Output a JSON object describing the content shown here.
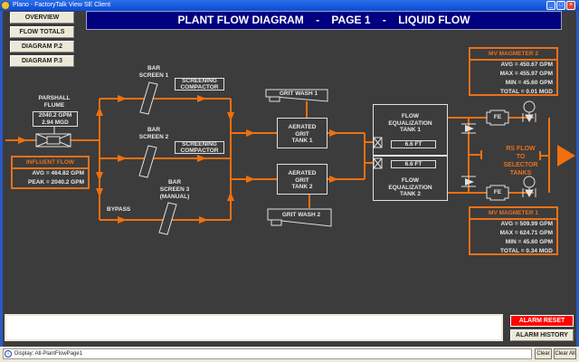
{
  "window": {
    "title": "Plano - FactoryTalk View SE Client",
    "minimize_label": "_",
    "maximize_label": "□",
    "close_label": "×"
  },
  "nav": {
    "buttons": [
      "OVERVIEW",
      "FLOW TOTALS",
      "DIAGRAM P.2",
      "DIAGRAM P.3"
    ]
  },
  "banner": {
    "title": "PLANT FLOW DIAGRAM    -    PAGE 1    -    LIQUID FLOW"
  },
  "parshall": {
    "label_line1": "PARSHALL",
    "label_line2": "FLUME",
    "gpm": "2040.2 GPM",
    "mgd": "2.94 MGD"
  },
  "influent": {
    "header": "INFLUENT FLOW",
    "avg": "AVG  =  464.82 GPM",
    "peak": "PEAK  =  2040.2 GPM"
  },
  "screens": {
    "bar1_l1": "BAR",
    "bar1_l2": "SCREEN 1",
    "bar2_l1": "BAR",
    "bar2_l2": "SCREEN 2",
    "bar3_l1": "BAR",
    "bar3_l2": "SCREEN 3",
    "bar3_l3": "(MANUAL)",
    "compactor1_l1": "SCREENING",
    "compactor1_l2": "COMPACTOR",
    "compactor2_l1": "SCREENING",
    "compactor2_l2": "COMPACTOR",
    "bypass": "BYPASS"
  },
  "grit": {
    "wash1": "GRIT WASH 1",
    "wash2": "GRIT WASH 2",
    "tank1_l1": "AERATED",
    "tank1_l2": "GRIT",
    "tank1_l3": "TANK 1",
    "tank2_l1": "AERATED",
    "tank2_l2": "GRIT",
    "tank2_l3": "TANK 2"
  },
  "eq": {
    "tank1_l1": "FLOW",
    "tank1_l2": "EQUALIZATION",
    "tank1_l3": "TANK 1",
    "tank2_l1": "FLOW",
    "tank2_l2": "EQUALIZATION",
    "tank2_l3": "TANK 2",
    "level1": "6.6 FT",
    "level2": "6.6 FT"
  },
  "fe": {
    "label1": "FE",
    "label2": "FE"
  },
  "rs_flow": {
    "l1": "RS FLOW",
    "l2": "TO",
    "l3": "SELECTOR",
    "l4": "TANKS"
  },
  "mag2": {
    "header": "MV MAGMETER 2",
    "avg": "AVG  = 450.67 GPM",
    "max": "MAX  = 455.97 GPM",
    "min": "MIN  = 45.60 GPM",
    "total": "TOTAL  = 0.01 MGD"
  },
  "mag1": {
    "header": "MV MAGMETER 1",
    "avg": "AVG  = 509.99 GPM",
    "max": "MAX  = 624.71 GPM",
    "min": "MIN  = 45.60 GPM",
    "total": "TOTAL  = 0.34 MGD"
  },
  "alarms": {
    "reset_label": "ALARM RESET",
    "history_label": "ALARM HISTORY",
    "reset_color": "#ff0000"
  },
  "status": {
    "message": "Display: All-PlantFlowPage1",
    "clear_label": "Clear",
    "clear_all_label": "Clear All"
  },
  "colors": {
    "flow_line": "#f07010",
    "background": "#3c3c3c",
    "banner": "#000080"
  }
}
